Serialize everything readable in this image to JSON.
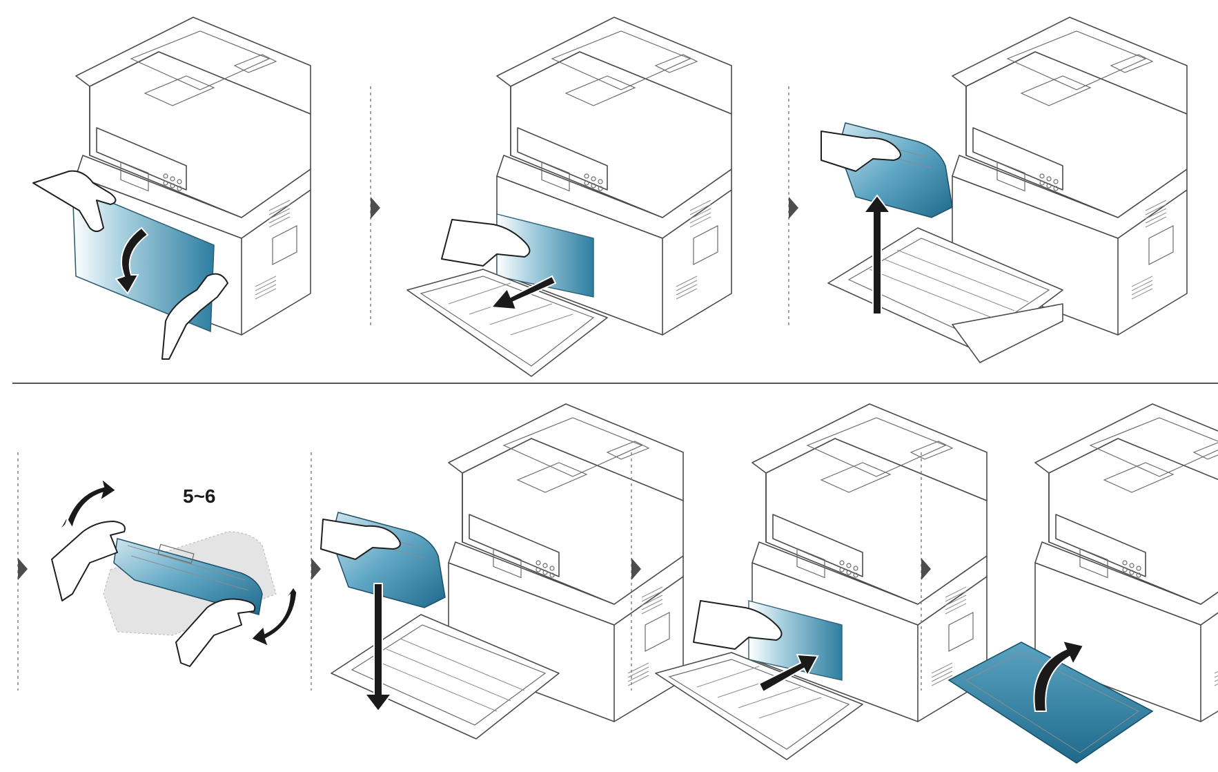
{
  "figure": {
    "shake_count_label": "5~6",
    "colors": {
      "accent_blue": "#2e7ea0",
      "accent_blue_light": "#a8d0e0",
      "outline": "#4a4a4a",
      "divider": "#555555",
      "step_marker": "#4d4d4d"
    },
    "icons": {
      "step_marker": "triangle-right",
      "motion": "curved-arrow"
    }
  }
}
